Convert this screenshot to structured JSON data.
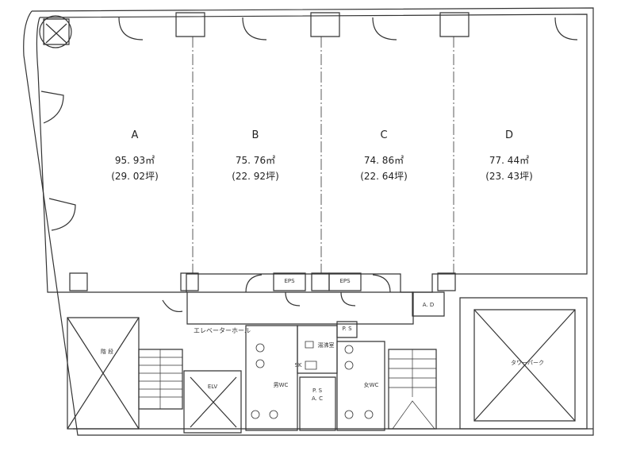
{
  "units": [
    {
      "id": "A",
      "area": "95. 93㎡",
      "tsubo": "(29. 02坪)"
    },
    {
      "id": "B",
      "area": "75. 76㎡",
      "tsubo": "(22. 92坪)"
    },
    {
      "id": "C",
      "area": "74. 86㎡",
      "tsubo": "(22. 64坪)"
    },
    {
      "id": "D",
      "area": "77. 44㎡",
      "tsubo": "(23. 43坪)"
    }
  ],
  "labels": {
    "eps_left": "EPS",
    "eps_right": "EPS",
    "elevator_hall": "エレベーターホール",
    "elv": "ELV",
    "ps_top": "P. S",
    "ps_ac": "P. S",
    "ac_under": "A. C",
    "ad": "A. D",
    "kitchenette": "湯沸室",
    "mens_wc": "男WC",
    "womens_wc": "女WC",
    "tower_park": "タワーパーク",
    "stair_left": "階 段",
    "sk": "SK"
  }
}
